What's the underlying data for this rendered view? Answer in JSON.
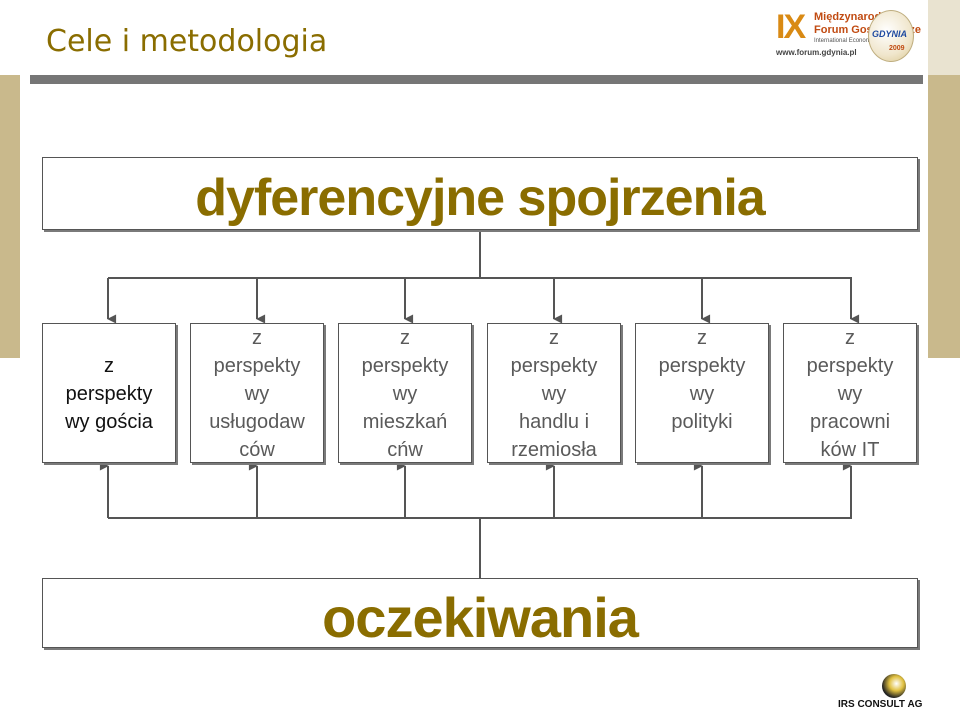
{
  "header": {
    "title": "Cele i metodologia"
  },
  "logo": {
    "roman": "IX",
    "line1": "Międzynarodowe",
    "line2": "Forum Gospodarcze",
    "line3": "International Economic Forum",
    "url": "www.forum.gdynia.pl",
    "badge": "GDYNIA",
    "year": "2009"
  },
  "diagram": {
    "top": "dyferencyjne spojrzenia",
    "bottom": "oczekiwania",
    "perspectives": [
      "z\nperspekty\nwy gościa",
      "z\nperspekty\nwy\nusługodaw\nców",
      "z\nperspekty\nwy\nmieszkań\ncńw",
      "z\nperspekty\nwy\nhandlu i\nrzemiosła",
      "z\nperspekty\nwy\npolityki",
      "z\nperspekty\nwy\npracowni\nków IT"
    ]
  },
  "footer": {
    "company": "IRS CONSULT AG"
  },
  "colors": {
    "accent": "#8a6d00",
    "rule": "#767676",
    "side": "#c9b98c"
  }
}
